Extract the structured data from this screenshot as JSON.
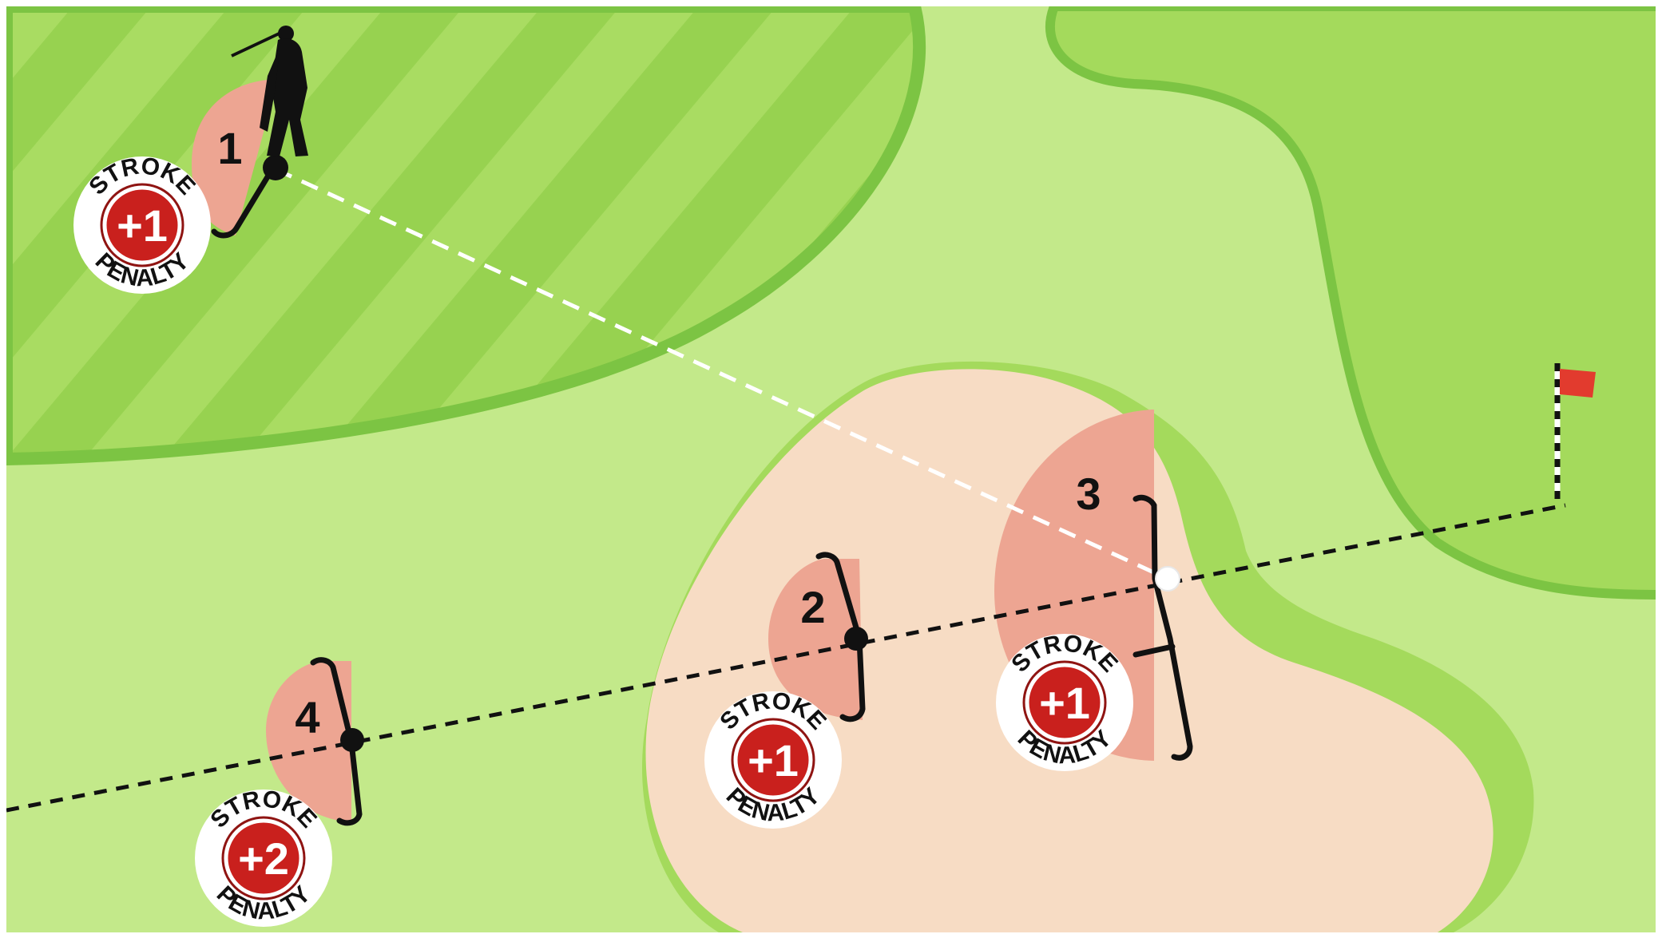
{
  "drop_zones": [
    {
      "id": "1",
      "label": "1",
      "penalty": {
        "top": "STROKE",
        "value": "+1",
        "bottom": "PENALTY"
      }
    },
    {
      "id": "2",
      "label": "2",
      "penalty": {
        "top": "STROKE",
        "value": "+1",
        "bottom": "PENALTY"
      }
    },
    {
      "id": "3",
      "label": "3",
      "penalty": {
        "top": "STROKE",
        "value": "+1",
        "bottom": "PENALTY"
      }
    },
    {
      "id": "4",
      "label": "4",
      "penalty": {
        "top": "STROKE",
        "value": "+2",
        "bottom": "PENALTY"
      }
    }
  ],
  "colors": {
    "fairway": "#c3e98a",
    "stripe_light": "#a9dc62",
    "stripe_dark": "#97d250",
    "rough_edge": "#7cc443",
    "green": "#a4da5c",
    "sand": "#f7dcc4",
    "drop_zone": "#eda592",
    "penalty_red": "#c9201d",
    "flag_red": "#e23b2e"
  },
  "icons": [
    "golfer-silhouette-icon",
    "golf-ball-icon",
    "pin-flag-icon",
    "club-length-marker-icon"
  ]
}
